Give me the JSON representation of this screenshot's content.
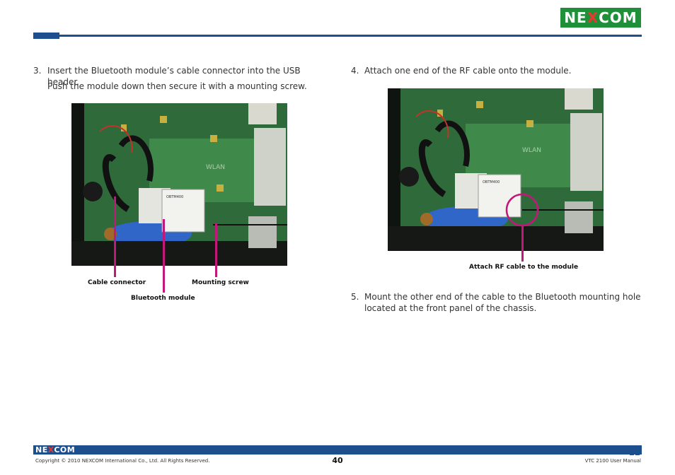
{
  "header": {
    "logo_text_left": "NE",
    "logo_text_x": "X",
    "logo_text_right": "COM"
  },
  "left": {
    "step_number": "3.",
    "step_line1": "Insert the Bluetooth module’s cable connector into the USB header.",
    "step_line2": "Push the module down then secure it with a mounting screw.",
    "photo_label_wlan": "WLAN",
    "module_brand": "OBTM400",
    "callouts": {
      "cable_connector": "Cable connector",
      "mounting_screw": "Mounting screw",
      "bluetooth_module": "Bluetooth module"
    }
  },
  "right": {
    "step4_number": "4.",
    "step4_text": "Attach one end of the RF cable onto the module.",
    "photo_label_wlan": "WLAN",
    "module_brand": "OBTM400",
    "callout": "Attach RF cable to the module",
    "step5_number": "5.",
    "step5_line1": "Mount the other end of the cable to the Bluetooth mounting hole",
    "step5_line2": "located at the front panel of the chassis."
  },
  "footer": {
    "logo_left": "NE",
    "logo_x": "X",
    "logo_right": "COM",
    "copyright": "Copyright © 2010 NEXCOM International Co., Ltd. All Rights Reserved.",
    "page_number": "40",
    "manual_title": "VTC 2100 User Manual"
  },
  "colors": {
    "accent_blue": "#1d4f8f",
    "logo_green": "#1f8f3a",
    "callout_magenta": "#c2187a"
  }
}
